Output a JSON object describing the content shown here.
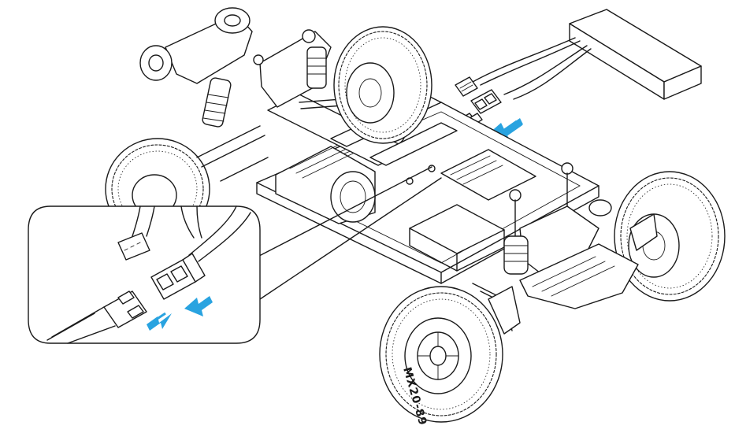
{
  "colors": {
    "line": "#1a1a1a",
    "arrow": "#29a3e0",
    "background": "#ffffff"
  },
  "tire_label": "MX20-89",
  "icons": [
    "battery-pack",
    "xt-connector-male",
    "xt-connector-female",
    "balance-plug",
    "insertion-arrow",
    "detail-callout-magnifier"
  ]
}
